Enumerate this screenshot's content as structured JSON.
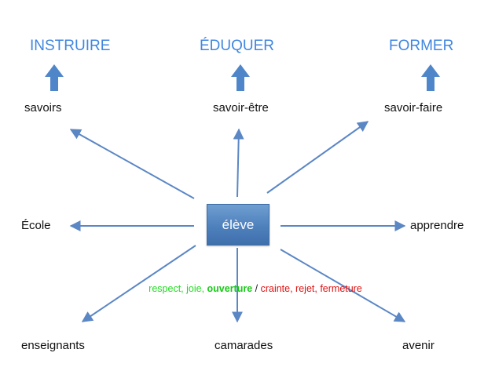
{
  "goals": {
    "instruire": "INSTRUIRE",
    "eduquer": "ÉDUQUER",
    "former": "FORMER"
  },
  "competences": {
    "savoirs": "savoirs",
    "savoir_etre": "savoir-être",
    "savoir_faire": "savoir-faire"
  },
  "center": "élève",
  "sides": {
    "ecole": "École",
    "apprendre": "apprendre"
  },
  "feelings": {
    "positive_plain": "respect, joie, ",
    "positive_bold": "ouverture",
    "separator": " / ",
    "negative": "crainte, rejet, fermeture"
  },
  "bottom": {
    "enseignants": "enseignants",
    "camarades": "camarades",
    "avenir": "avenir"
  },
  "colors": {
    "title": "#3f86df",
    "arrow": "#5b87c5",
    "positive": "#22dd22",
    "negative": "#e01010"
  }
}
